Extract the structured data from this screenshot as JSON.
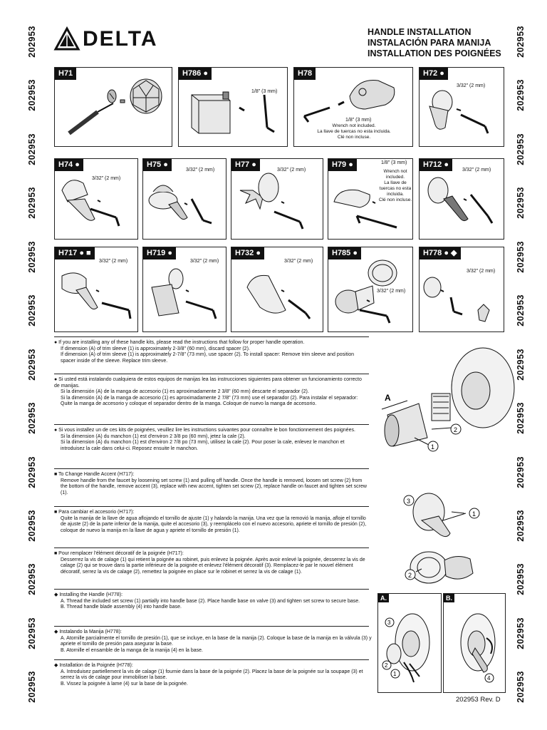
{
  "doc_number": "202953",
  "brand": "DELTA",
  "titles": [
    "HANDLE INSTALLATION",
    "INSTALACIÓN PARA MANIJA",
    "INSTALLATION DES POIGNÉES"
  ],
  "models": [
    {
      "tag": "H71",
      "sizes": []
    },
    {
      "tag": "H786 ●",
      "sizes": [
        "1/8\" (3 mm)"
      ]
    },
    {
      "tag": "H78",
      "sizes": [
        "1/8\" (3 mm)"
      ],
      "note": "Wrench not included.\nLa llave de tuercas no esta incluida.\nClé non incluse."
    },
    {
      "tag": "H72 ●",
      "sizes": [
        "3/32\" (2 mm)"
      ]
    },
    {
      "tag": "H74 ●",
      "sizes": [
        "3/32\" (2 mm)"
      ]
    },
    {
      "tag": "H75 ●",
      "sizes": [
        "3/32\" (2 mm)"
      ]
    },
    {
      "tag": "H77 ●",
      "sizes": [
        "3/32\" (2 mm)"
      ]
    },
    {
      "tag": "H79 ●",
      "sizes": [
        "1/8\" (3 mm)"
      ],
      "note": "Wrench not included.\nLa llave de tuercas no esta incluida.\nClé non incluse."
    },
    {
      "tag": "H712 ●",
      "sizes": [
        "3/32\" (2 mm)"
      ]
    },
    {
      "tag": "H717 ● ■",
      "sizes": [
        "3/32\" (2 mm)"
      ]
    },
    {
      "tag": "H719 ●",
      "sizes": [
        "3/32\" (2 mm)"
      ]
    },
    {
      "tag": "H732 ●",
      "sizes": [
        "3/32\" (2 mm)"
      ]
    },
    {
      "tag": "H785 ●",
      "sizes": [
        "3/32\" (2 mm)"
      ]
    },
    {
      "tag": "H778 ● ◆",
      "sizes": [
        "3/32\" (2 mm)"
      ]
    }
  ],
  "sections": {
    "en_dot": {
      "head": "● If you are installing any of these handle kits, please read the instructions that follow for proper handle operation.",
      "lines": [
        "If dimension (A) of trim sleeve (1) is approximately 2-3/8\" (60 mm), discard spacer (2).",
        "If dimension (A) of trim sleeve (1) is approximately 2-7/8\" (73 mm), use spacer (2). To install spacer: Remove trim sleeve and position spacer inside of the sleeve. Replace trim sleeve."
      ]
    },
    "es_dot": {
      "head": "● Si usted está instalando cualquiera de estos equipos de manijas lea las instrucciones siguientes para obtener un funcionamiento correcto de manijas.",
      "lines": [
        "Si la dimensión (A) de la manga de accesorio (1) es aproximadamente 2 3/8\" (60 mm) descarte el separador (2).",
        "Si la dimensión (A) de la manga de accesorio (1) es aproximadamente 2 7/8\" (73 mm) use el separador (2). Para instalar el separador: Quite la manga de accesorio y coloque el separador dentro de la manga. Coloque de nuevo la manga de accesorio."
      ]
    },
    "fr_dot": {
      "head": "● Si vous installez un de ces kits de poignées, veuillez lire les instructions suivantes pour connaître le bon fonctionnement des poignées.",
      "lines": [
        "Si la dimension (A) du manchon (1) est d'environ 2 3/8 po (60 mm), jetez la cale (2).",
        "Si la dimension (A) du manchon (1) est d'environ 2 7/8 po (73 mm), utilisez la cale (2). Pour poser la cale, enlevez le manchon et introduisez la cale dans celui-ci. Reposez ensuite le manchon."
      ]
    },
    "en_sq": {
      "head": "■ To Change Handle Accent (H717):",
      "lines": [
        "Remove handle from the faucet by loosening set screw (1) and pulling off handle. Once the handle is removed, loosen set screw (2) from the bottom of the handle, remove accent (3), replace with new accent, tighten set screw (2), replace handle on faucet and tighten set screw (1)."
      ]
    },
    "es_sq": {
      "head": "■ Para cambiar el accesorio (H717):",
      "lines": [
        "Quite la manija de la llave de agua aflojando el tornillo de ajuste (1) y halando la manija. Una vez que la removió la manija, afloje el tornillo de ajuste (2) de la parte inferior de la manija, quite el accesorio (3), y reemplácelo con el nuevo accesorio, apriete el tornillo de presión (2), coloque de nuevo la manija en la llave de agua y apriete el tornillo de presión (1)."
      ]
    },
    "fr_sq": {
      "head": "■ Pour remplacer l'élément décoratif de la poignée (H717):",
      "lines": [
        "Desserrez la vis de calage (1) qui retient la poignée au robinet, puis enlevez la poignée. Après avoir enlevé la poignée, desserrez la vis de calage (2) qui se trouve dans la partie inférieure de la poignée et enlevez l'élément décoratif (3). Remplacez-le par le nouvel élément décoratif, serrez la vis de calage (2), remettez la poignée en place sur le robinet et serrez la vis de calage (1)."
      ]
    },
    "en_di": {
      "head": "◆ Installing the Handle (H778):",
      "lines": [
        "A. Thread the included set screw (1) partially into handle base (2). Place handle base on valve (3) and tighten set screw to secure base.",
        "B. Thread handle blade assembly (4) into handle base."
      ]
    },
    "es_di": {
      "head": "◆ Instalando la Manija (H778):",
      "lines": [
        "A. Atornille parcialmente el tornillo de presión (1), que se incluye, en la base de la manija (2). Coloque la base de la manija en la válvula (3) y apriete el tornillo de presión para asegurar la base.",
        "B. Atornille el ensamble de la manga de la manija (4) en la base."
      ]
    },
    "fr_di": {
      "head": "◆ Installation de la Poignée (H778):",
      "lines": [
        "A. Introduisez partiellement la vis de calage (1) fournie dans la base de la poignée (2). Placez la base de la poignée sur la soupape (3) et serrez la vis de calage pour immobiliser la base.",
        "B. Vissez la poignée à lame (4) sur la base de la poignée."
      ]
    }
  },
  "diagram_labels": {
    "a": "A",
    "one": "1",
    "two": "2",
    "three": "3",
    "four": "4",
    "panel_a": "A.",
    "panel_b": "B."
  },
  "footer": "202953  Rev. D"
}
